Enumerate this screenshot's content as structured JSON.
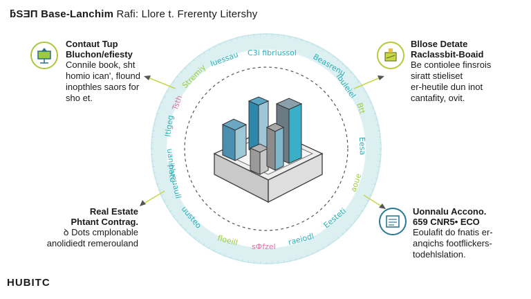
{
  "title": {
    "bold": "ƃSƎΠ Base-Lanchim",
    "rest": " Rafi: Llore t. Frerenty Litershy"
  },
  "brand": "HUBITC",
  "colors": {
    "ring": "#d4eef0",
    "ring_text_teal": "#2ab0b8",
    "ring_text_green": "#9ccc3c",
    "ring_text_pink": "#e070a8",
    "arrow": "#c8d64a",
    "icon_tl_border": "#a8c83c",
    "icon_tr_border": "#b8c838",
    "icon_br_border": "#2a7890",
    "building_teal": "#3a9cb4"
  },
  "top_left": {
    "icon": "presentation-icon",
    "heading1": "Contaut Tup",
    "heading2": "Bluchon/efiesty",
    "body": [
      "Connile book, sht",
      "homio ican', flound",
      "inopthles saors for",
      "sho et."
    ]
  },
  "top_right": {
    "icon": "chart-board-icon",
    "heading1": "Bllose Detate",
    "heading2": "Raclassbit-Boaid",
    "body": [
      "Be contiolee finsrois",
      "siratt stieliset",
      "er-heutile dun inot",
      "cantafity, ovit."
    ]
  },
  "bottom_left": {
    "heading1": "Real Estate",
    "heading2": "Phtant Contrag.",
    "body": [
      "ꝺ Dots cmplonable",
      "anolidiedt remerouland"
    ]
  },
  "bottom_right": {
    "icon": "book-lines-icon",
    "heading1": "Uonnalu Accono.",
    "heading2": "659 CNR5• ЕСО",
    "body": [
      "Eoulafit do fnatis er-",
      "anqichs footflickers-",
      "todehlslation."
    ]
  },
  "ring_words": {
    "top_center": "C3i fibrlussol",
    "top_left": "luessau",
    "upper_left": "Stremiy",
    "left_upper": "Tsth",
    "left_mid": "Itlgeg",
    "left_low": "uanihatu",
    "left_lower": "plueuaull",
    "bottom_left": "uusteo",
    "bottom_mid_left": "floeill",
    "bottom_center": "sФfzel",
    "bottom_mid_right": "raeiodl",
    "bottom_right": "Eesteti",
    "right_lower": "aoue",
    "right_mid": "Eesa",
    "right_upper": "Btt",
    "upper_right_a": "Ibuleiel",
    "upper_right_b": "Beasrenu"
  }
}
